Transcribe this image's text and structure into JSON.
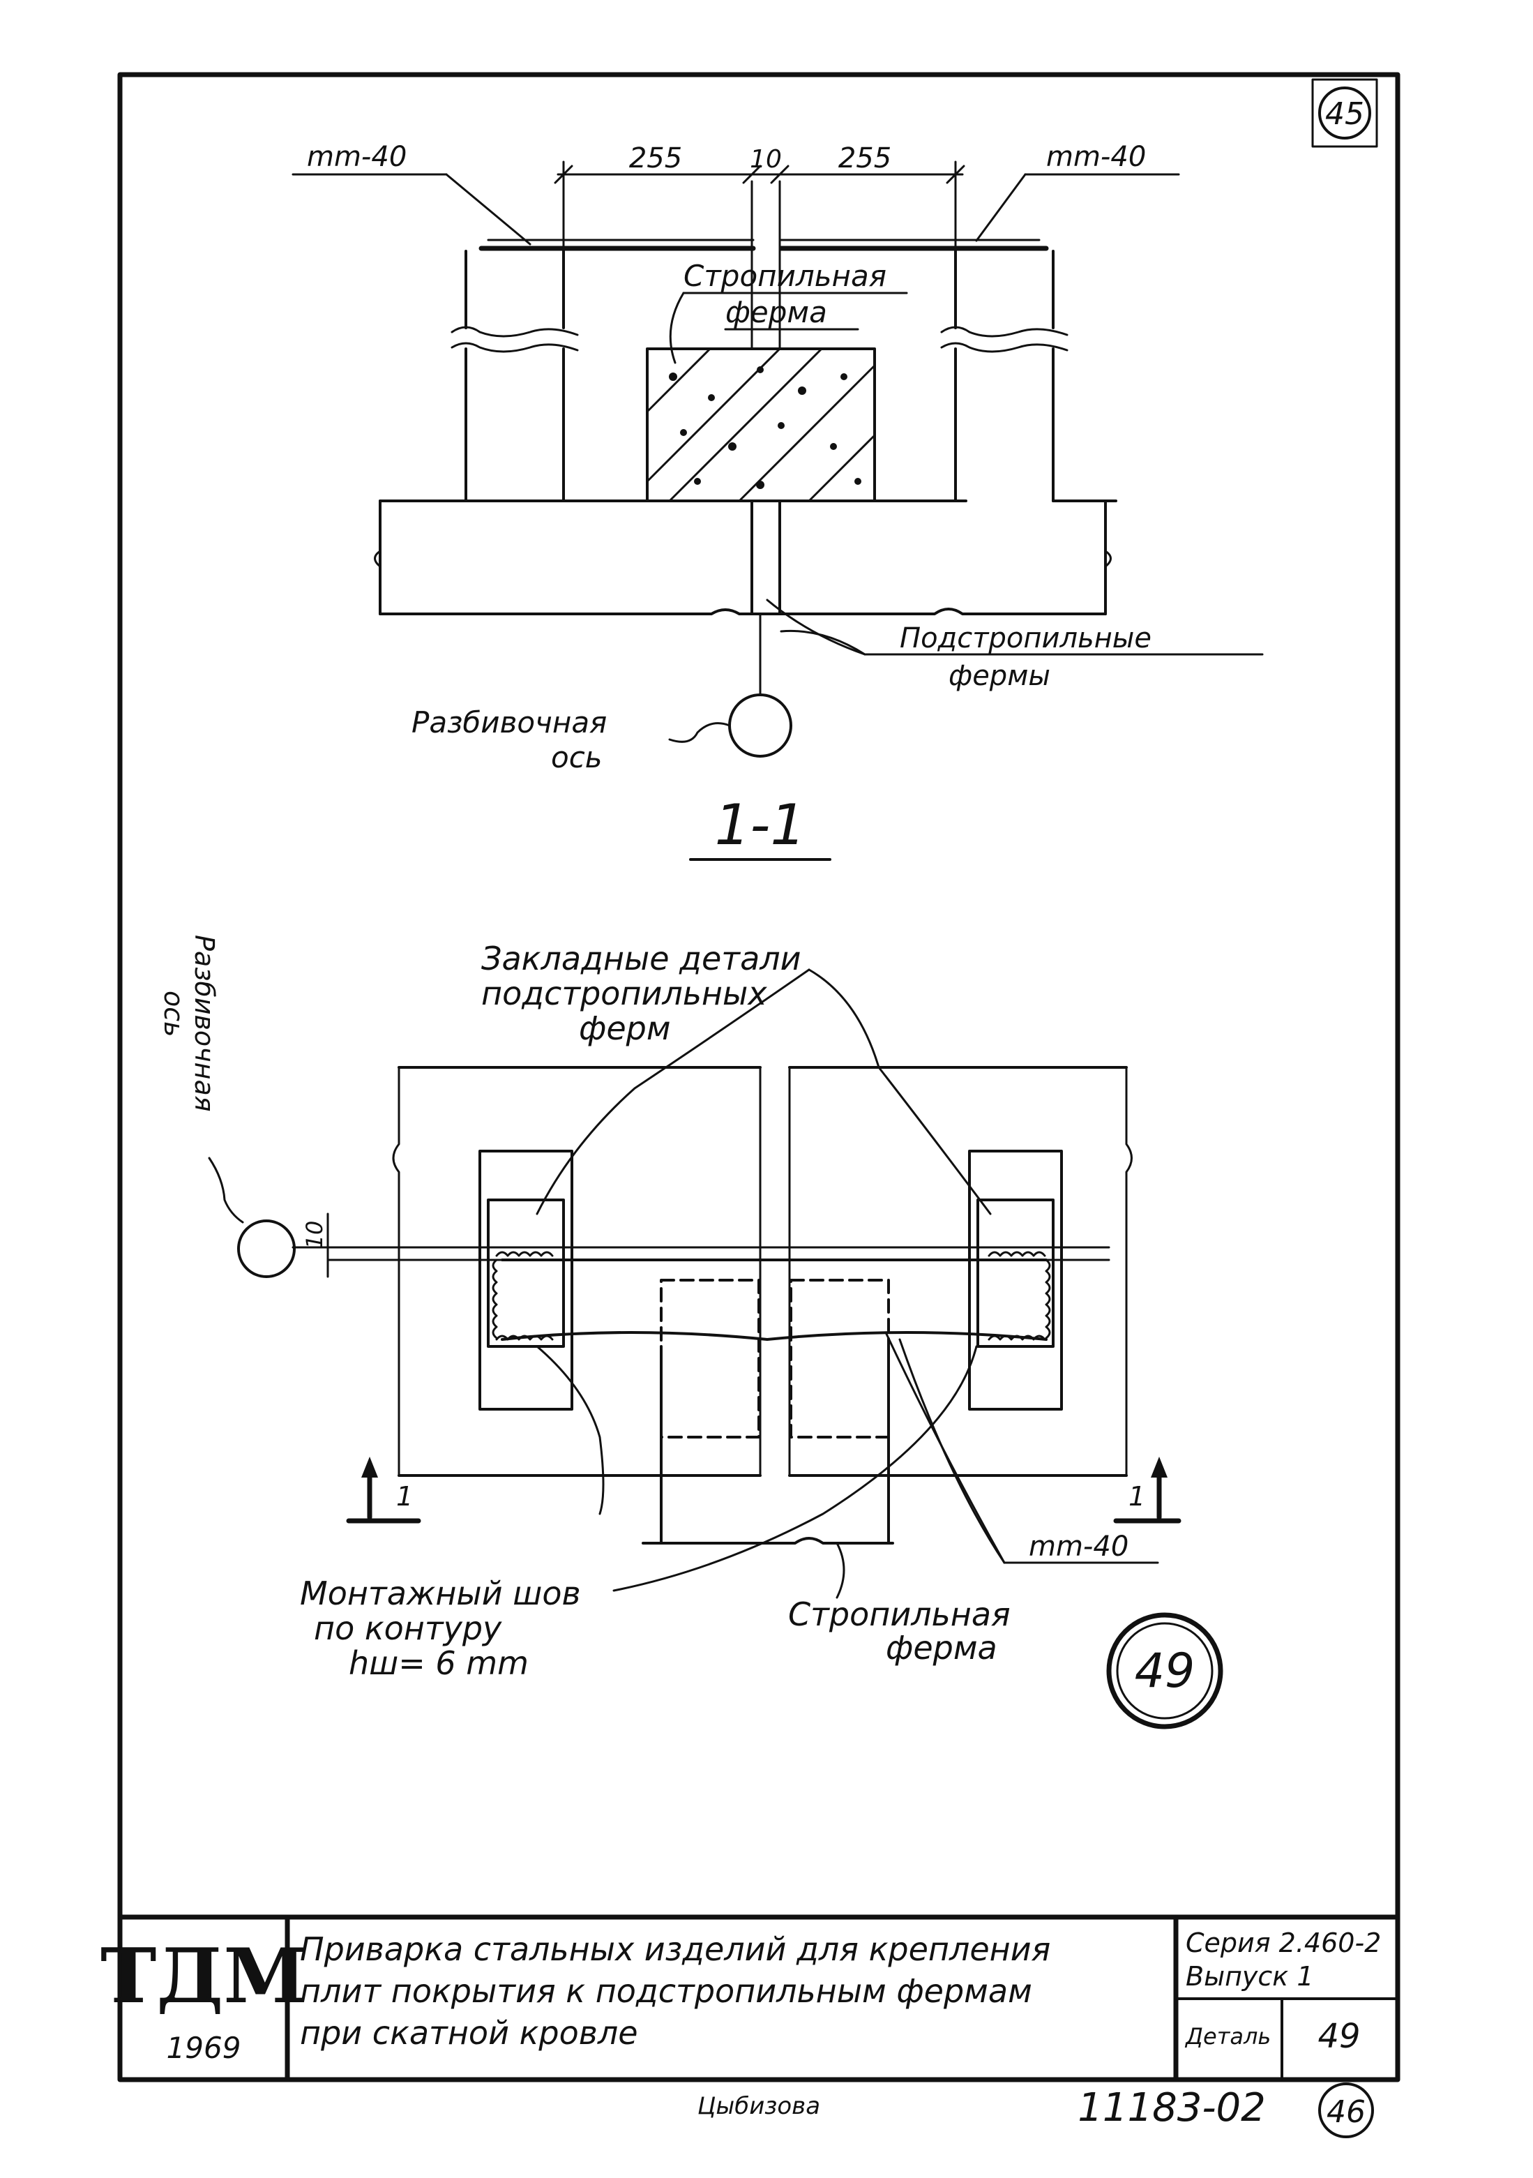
{
  "sheet": {
    "sheet_number_top": "45",
    "sheet_number_bottom": "46",
    "document_code": "11183-02",
    "signature": "Цыбизова"
  },
  "section": {
    "label": "1-1",
    "dim_left": "255",
    "dim_center": "10",
    "dim_right": "255",
    "label_mm40_left": "mm-40",
    "label_mm40_right": "mm-40",
    "label_truss": [
      "Стропильная",
      "ферма"
    ],
    "label_subtruss": [
      "Подстропильные",
      "фермы"
    ],
    "label_axis": [
      "Разбивочная",
      "ось"
    ]
  },
  "plan": {
    "label_embedded": [
      "Закладные детали",
      "подстропильных",
      "ферм"
    ],
    "label_axis": [
      "Разбивочная",
      "ось"
    ],
    "dim_offset": "10",
    "label_weld": [
      "Монтажный шов",
      "по контуру",
      "hш= 6 mm"
    ],
    "label_truss": [
      "Стропильная",
      "ферма"
    ],
    "label_mm40": "mm-40",
    "section_mark_left": "1",
    "section_mark_right": "1",
    "detail_number": "49"
  },
  "title_block": {
    "logo": "ТДМ",
    "year": "1969",
    "title": [
      "Приварка стальных изделий для крепления",
      "плит покрытия к подстропильным фермам",
      "при скатной кровле"
    ],
    "series": "Серия 2.460-2",
    "issue": "Выпуск 1",
    "detail_label": "Деталь",
    "detail_value": "49"
  }
}
